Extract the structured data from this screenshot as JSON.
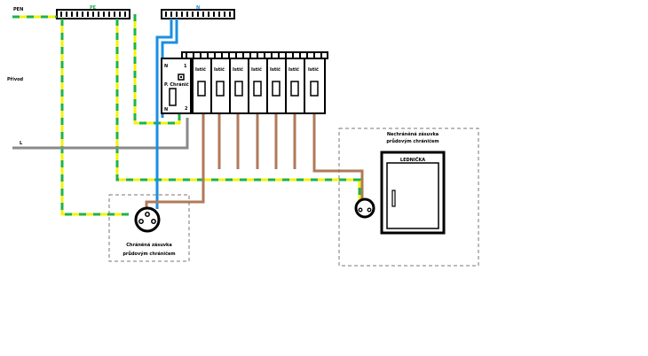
{
  "labels": {
    "pen": "PEN",
    "pe": "PE",
    "n": "N",
    "privod": "Přívod",
    "l": "L"
  },
  "rcd": {
    "n_top": "N",
    "one": "1",
    "label": "P. Chránič",
    "n_bottom": "N",
    "two": "2"
  },
  "breakers": [
    "Istič",
    "Istič",
    "Istič",
    "Istič",
    "Istič",
    "Istič",
    "Istič"
  ],
  "protected_socket": {
    "line1": "Chráněná zásuvka",
    "line2": "průdovým chráničem"
  },
  "unprotected_socket": {
    "line1": "Nechráněná zásuvka",
    "line2": "průdovým chráničem"
  },
  "fridge": "LEDNIČKA",
  "colors": {
    "pe_yellow": "#f2f20f",
    "pe_green": "#1fb24a",
    "neutral_blue": "#1a8fe0",
    "phase_brown": "#b07a5a",
    "incoming_gray": "#8a8a8a",
    "pe_text_green": "#1fb24a",
    "n_text_blue": "#1a8fe0"
  }
}
